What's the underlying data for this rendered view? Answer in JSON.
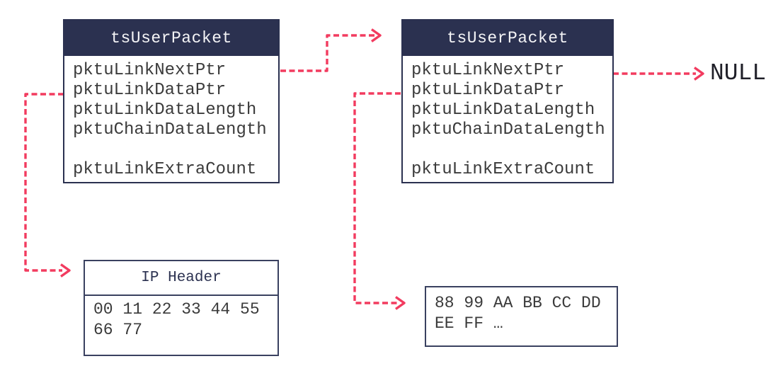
{
  "colors": {
    "header_bg": "#2b3150",
    "packet_border": "#2b3150",
    "data_box_border": "#3a4160",
    "arrow": "#f23b5f",
    "body_text": "#3b3b3b",
    "header_text": "#f4f4f6",
    "ip_title_text": "#2b3150",
    "null_text": "#1f1f28",
    "background": "#ffffff"
  },
  "packet1": {
    "title": "tsUserPacket",
    "fields": [
      "pktuLinkNextPtr",
      "pktuLinkDataPtr",
      "pktuLinkDataLength",
      "pktuChainDataLength",
      "",
      "pktuLinkExtraCount"
    ]
  },
  "packet2": {
    "title": "tsUserPacket",
    "fields": [
      "pktuLinkNextPtr",
      "pktuLinkDataPtr",
      "pktuLinkDataLength",
      "pktuChainDataLength",
      "",
      "pktuLinkExtraCount"
    ]
  },
  "ip_header_box": {
    "title": "IP Header",
    "lines": [
      "00 11 22 33 44 55",
      "66 77"
    ]
  },
  "hex_data_box": {
    "lines": [
      "88 99 AA BB CC DD",
      "EE FF …"
    ]
  },
  "null_label": "NULL",
  "arrows": [
    {
      "name": "packet1-next-to-packet2",
      "from": "packet1.pktuLinkNextPtr",
      "to": "packet2"
    },
    {
      "name": "packet1-data-to-ip-header",
      "from": "packet1.pktuLinkDataPtr",
      "to": "ip_header_box"
    },
    {
      "name": "packet2-data-to-hex-data",
      "from": "packet2.pktuLinkDataPtr",
      "to": "hex_data_box"
    },
    {
      "name": "packet2-next-to-null",
      "from": "packet2.pktuLinkNextPtr",
      "to": "null"
    }
  ]
}
